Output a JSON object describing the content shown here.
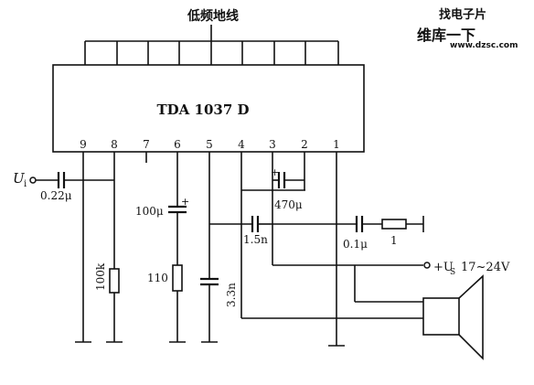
{
  "title": "低频地线",
  "ic": {
    "label": "TDA 1037 D",
    "pins": [
      "9",
      "8",
      "7",
      "6",
      "5",
      "4",
      "3",
      "2",
      "1"
    ]
  },
  "labels": {
    "input_u": "U",
    "input_sub": "i",
    "c_input": "0.22μ",
    "c_100u": "100μ",
    "c_470u": "470μ",
    "c_1n5": "1.5n",
    "c_0_1u": "0.1μ",
    "r_1": "1",
    "r_100k": "100k",
    "r_110": "110",
    "c_3n3": "3.3n",
    "supply_u": "+U",
    "supply_sub": "S",
    "supply_range": "17~24V",
    "plus": "+"
  },
  "watermark": {
    "top": "找电子片",
    "mid": "维库一下",
    "url": "www.dzsc.com"
  },
  "colors": {
    "line": "#111111",
    "watermark": "#e8402b"
  }
}
